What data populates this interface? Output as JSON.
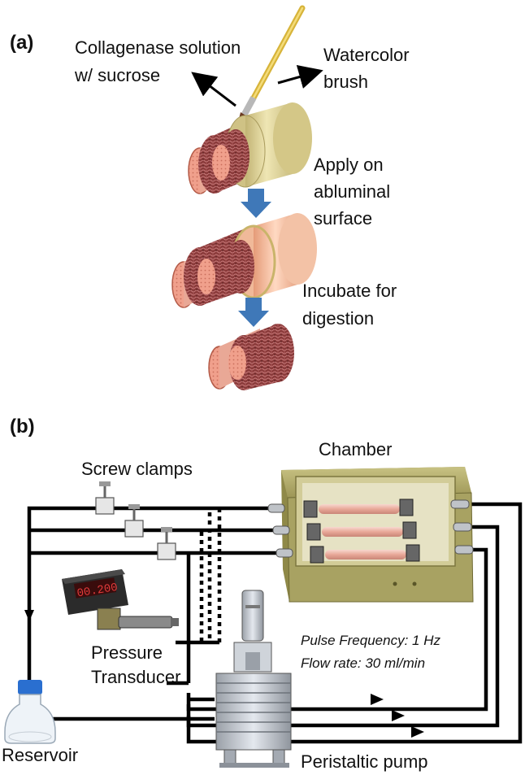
{
  "panel_a": {
    "label": "(a)",
    "collagenase_line1": "Collagenase solution",
    "collagenase_line2": "w/ sucrose",
    "brush_line1": "Watercolor",
    "brush_line2": "brush",
    "apply_line1": "Apply on",
    "apply_line2": "abluminal",
    "apply_line3": "surface",
    "incubate_line1": "Incubate for",
    "incubate_line2": "digestion"
  },
  "panel_b": {
    "label": "(b)",
    "chamber": "Chamber",
    "screw_clamps": "Screw clamps",
    "transducer_line1": "Pressure",
    "transducer_line2": "Transducer",
    "reservoir": "Reservoir",
    "pump": "Peristaltic pump",
    "pulse_frequency": "Pulse Frequency: 1 Hz",
    "flow_rate": "Flow rate: 30 ml/min",
    "display_reading": "00.200"
  },
  "colors": {
    "tissue": "#8a3a3a",
    "lumen": "#f0a08c",
    "collagenase_layer": "#d8cc8c",
    "arrow_blue": "#3f78b8",
    "chamber_olive": "#a8a262",
    "bottle_cap": "#2a6fd0"
  }
}
